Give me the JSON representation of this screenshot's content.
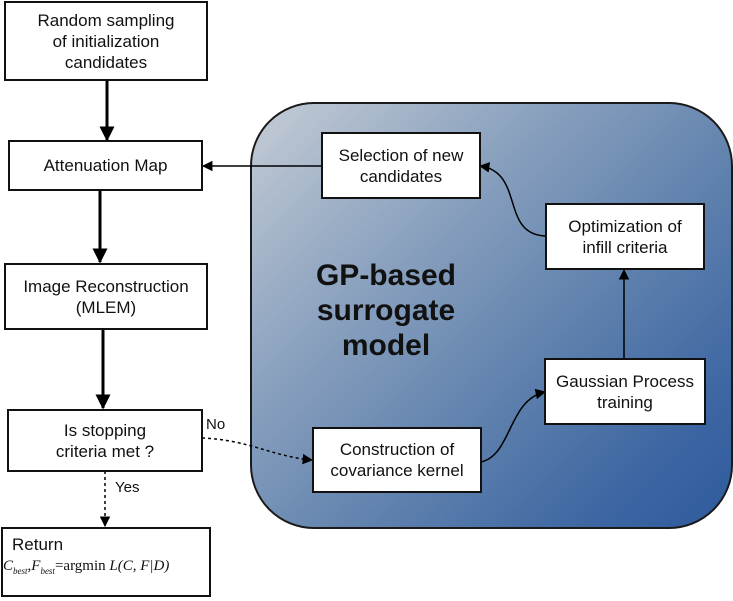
{
  "boxes": {
    "random_sampling": "Random sampling\nof initialization\ncandidates",
    "attenuation_map": "Attenuation Map",
    "image_reconstruction": "Image Reconstruction\n(MLEM)",
    "stopping_criteria": "Is stopping\ncriteria met ?",
    "selection_candidates": "Selection of new\ncandidates",
    "optimization_infill": "Optimization of\ninfill criteria",
    "gaussian_process": "Gaussian Process\ntraining",
    "covariance_kernel": "Construction of\ncovariance kernel"
  },
  "panel_label": "GP-based\nsurrogate\nmodel",
  "edge_labels": {
    "no": "No",
    "yes": "Yes"
  },
  "return_box": {
    "title": "Return",
    "formula": {
      "c": "C",
      "c_sub": "best",
      "sep": ",",
      "f": "F",
      "f_sub": "best",
      "eq": "=",
      "op": "argmin",
      "expr": "L(C, F|D)"
    }
  }
}
